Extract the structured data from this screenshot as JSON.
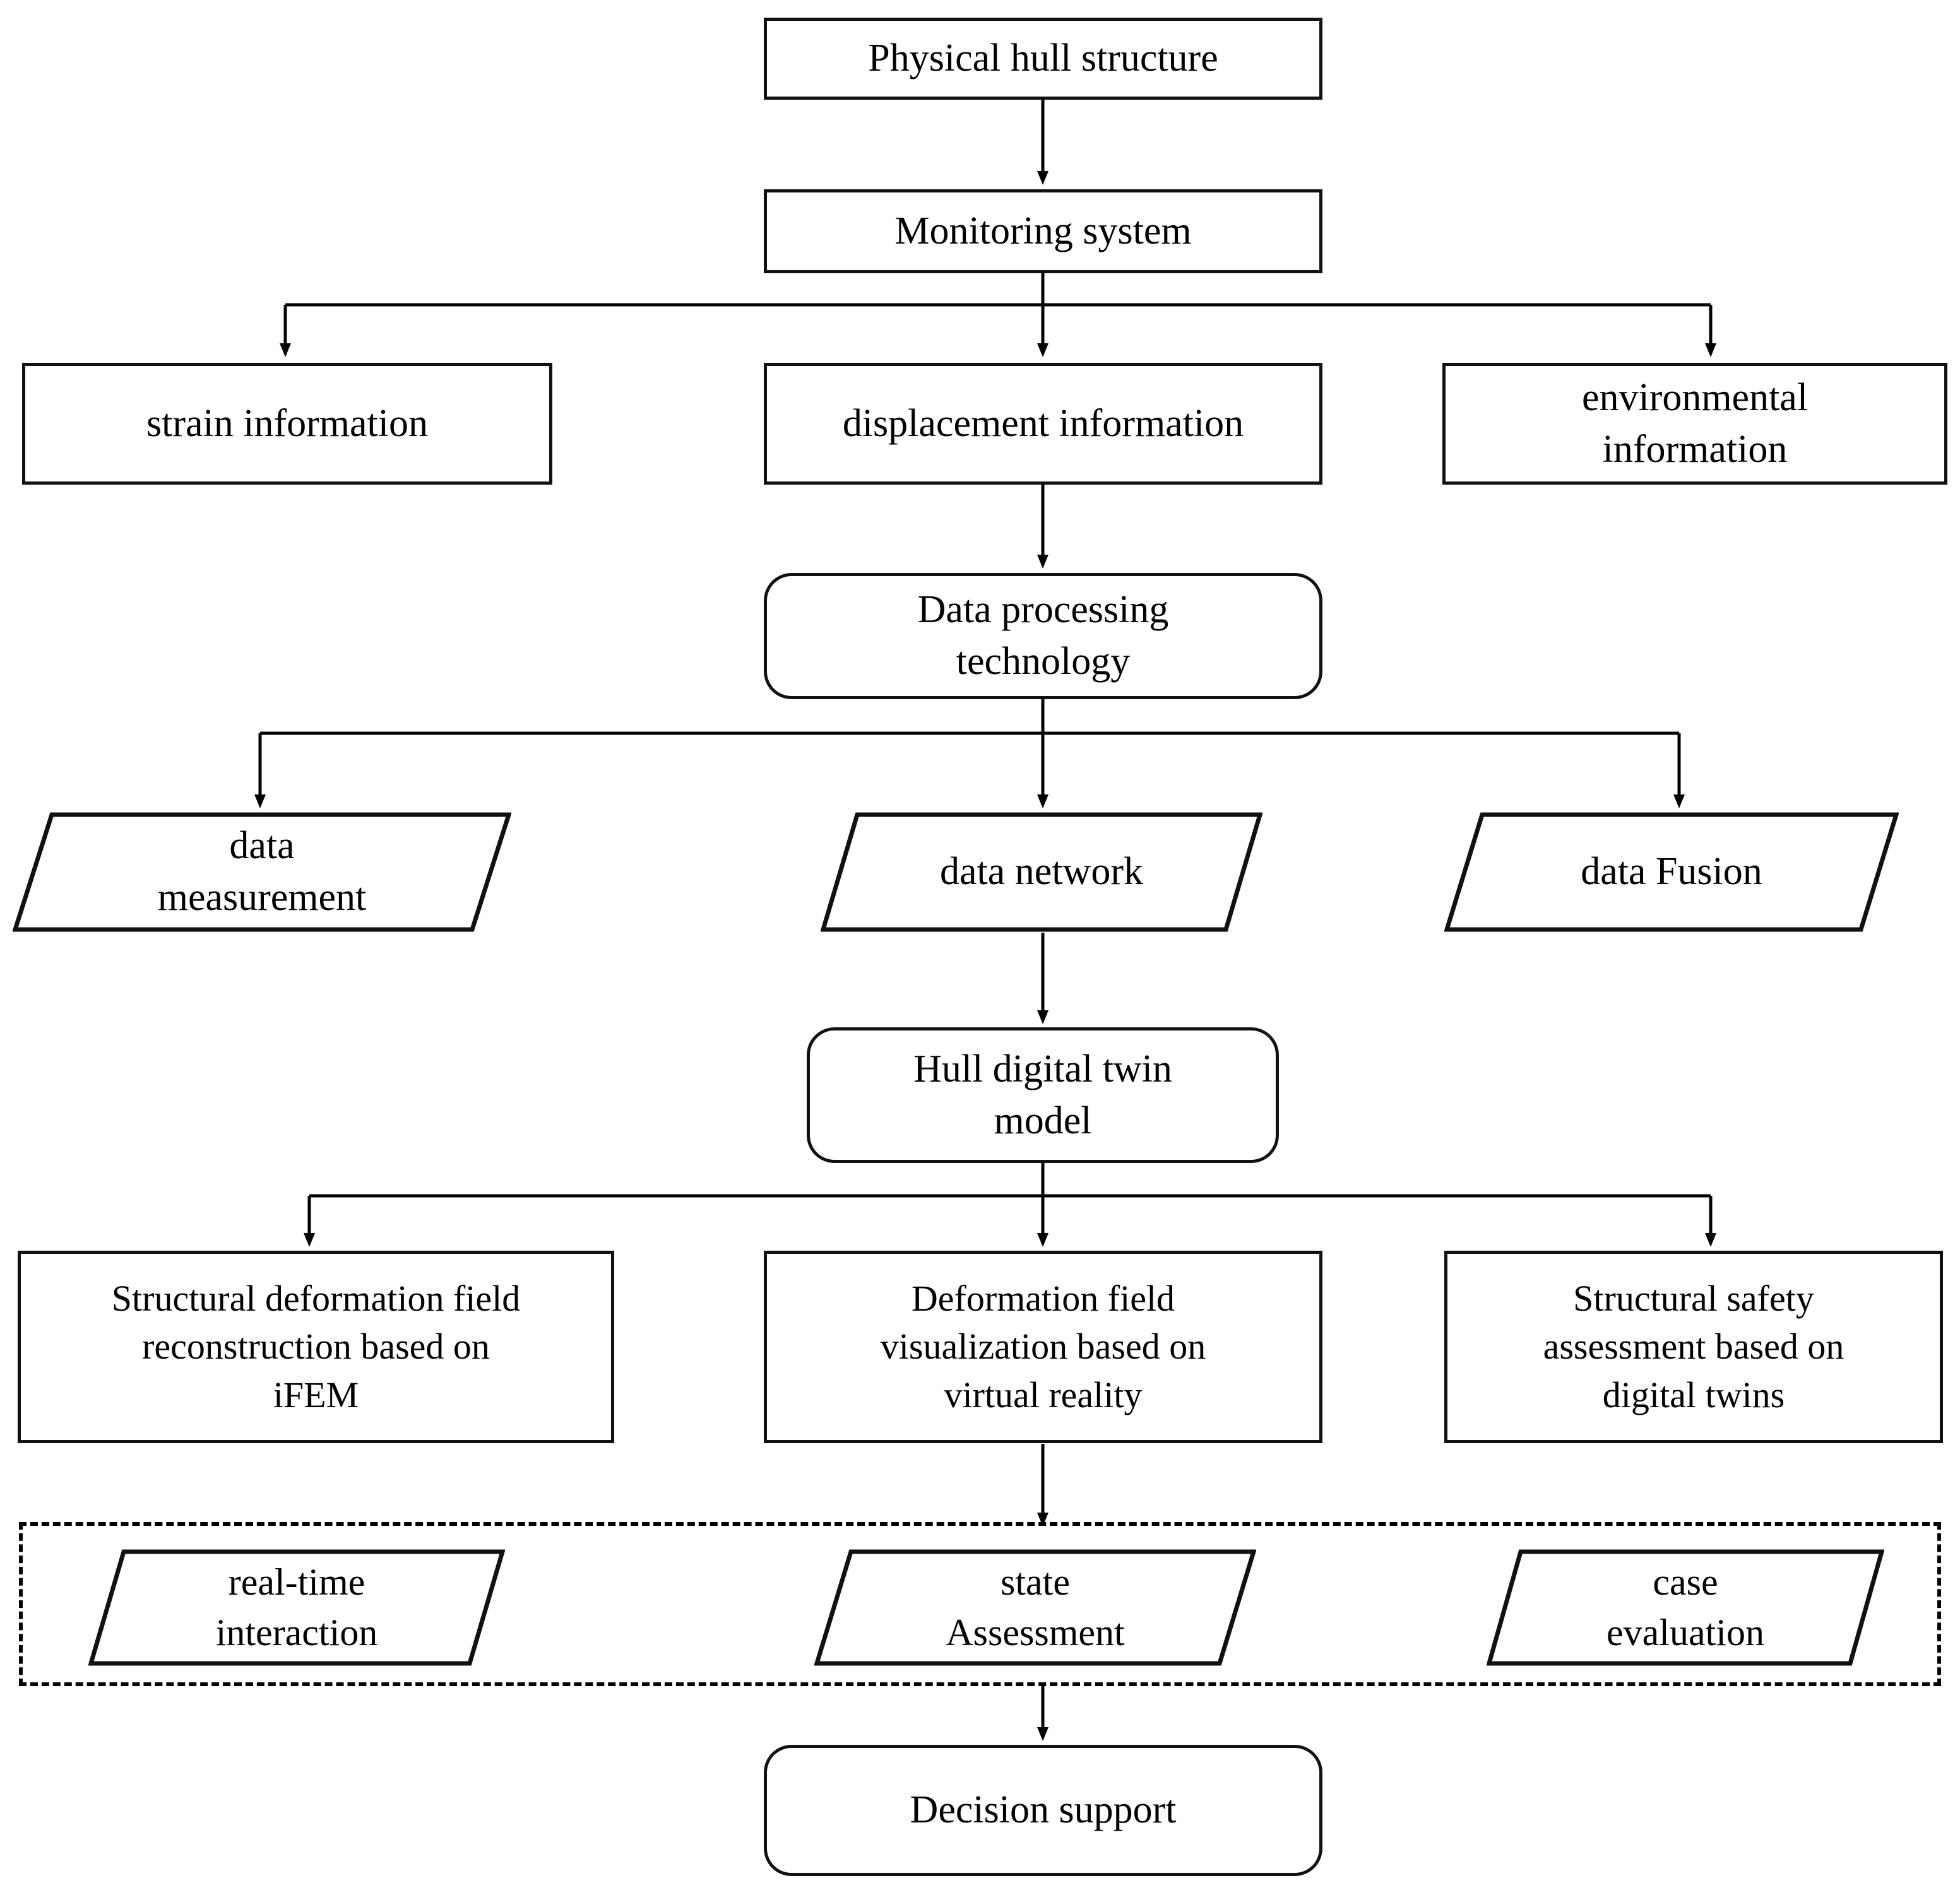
{
  "diagram": {
    "title": "Hull digital twin framework flowchart",
    "stroke_color": "#111111",
    "background_color": "#ffffff",
    "nodes": {
      "physical_hull_structure": "Physical hull structure",
      "monitoring_system": "Monitoring system",
      "strain_information": "strain information",
      "displacement_information": "displacement information",
      "environmental_information": "environmental\ninformation",
      "data_processing_technology": "Data processing\ntechnology",
      "data_measurement": "data\nmeasurement",
      "data_network": "data network",
      "data_fusion": "data Fusion",
      "hull_digital_twin_model": "Hull digital twin\nmodel",
      "structural_deformation_reconstruction": "Structural deformation field\nreconstruction based on\niFEM",
      "deformation_field_visualization": "Deformation field\nvisualization based on\nvirtual reality",
      "structural_safety_assessment": "Structural safety\nassessment based on\ndigital twins",
      "real_time_interaction": "real-time\ninteraction",
      "state_assessment": "state\nAssessment",
      "case_evaluation": "case\nevaluation",
      "decision_support": "Decision support"
    }
  }
}
